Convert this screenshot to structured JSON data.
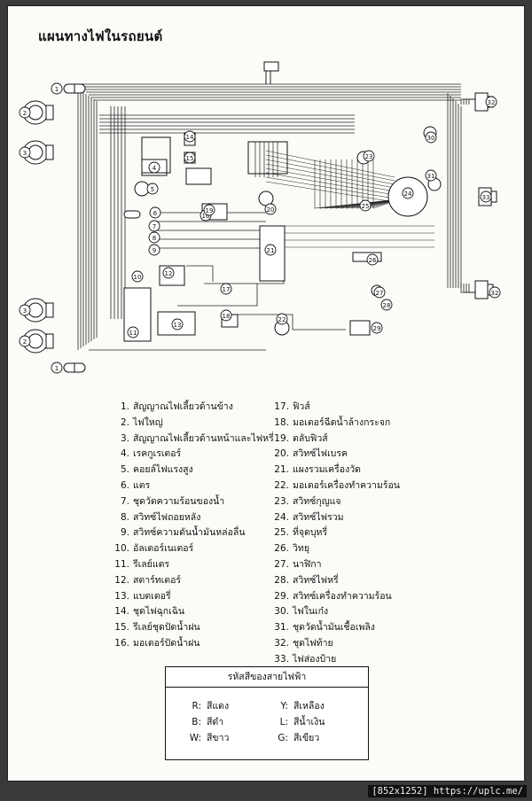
{
  "title": "แผนทางไฟในรถยนต์",
  "legend_left": [
    {
      "num": "1.",
      "text": "สัญญาณไฟเลี้ยวด้านข้าง"
    },
    {
      "num": "2.",
      "text": "ไฟใหญ่"
    },
    {
      "num": "3.",
      "text": "สัญญาณไฟเลี้ยวด้านหน้าและไฟหรี่"
    },
    {
      "num": "4.",
      "text": "เรคกูเรเตอร์"
    },
    {
      "num": "5.",
      "text": "คอยล์ไฟแรงสูง"
    },
    {
      "num": "6.",
      "text": "แตร"
    },
    {
      "num": "7.",
      "text": "ชุดวัดความร้อนของน้ำ"
    },
    {
      "num": "8.",
      "text": "สวิทซ์ไฟถอยหลัง"
    },
    {
      "num": "9.",
      "text": "สวิทซ์ความดันน้ำมันหล่อลื่น"
    },
    {
      "num": "10.",
      "text": "อัลเตอร์เนเตอร์"
    },
    {
      "num": "11.",
      "text": "รีเลย์แตร"
    },
    {
      "num": "12.",
      "text": "สตาร์ทเตอร์"
    },
    {
      "num": "13.",
      "text": "แบตเตอรี่"
    },
    {
      "num": "14.",
      "text": "ชุดไฟฉุกเฉิน"
    },
    {
      "num": "15.",
      "text": "รีเลย์ชุดปัดน้ำฝน"
    },
    {
      "num": "16.",
      "text": "มอเตอร์ปัดน้ำฝน"
    }
  ],
  "legend_right": [
    {
      "num": "17.",
      "text": "ฟิวส์"
    },
    {
      "num": "18.",
      "text": "มอเตอร์ฉีดน้ำล้างกระจก"
    },
    {
      "num": "19.",
      "text": "ตลับฟิวส์"
    },
    {
      "num": "20.",
      "text": "สวิทซ์ไฟเบรค"
    },
    {
      "num": "21.",
      "text": "แผงรวมเครื่องวัด"
    },
    {
      "num": "22.",
      "text": "มอเตอร์เครื่องทำความร้อน"
    },
    {
      "num": "23.",
      "text": "สวิทซ์กุญแจ"
    },
    {
      "num": "24.",
      "text": "สวิทซ์ไฟรวม"
    },
    {
      "num": "25.",
      "text": "ที่จุดบุหรี่"
    },
    {
      "num": "26.",
      "text": "วิทยุ"
    },
    {
      "num": "27.",
      "text": "นาฬิกา"
    },
    {
      "num": "28.",
      "text": "สวิทซ์ไฟหรี่"
    },
    {
      "num": "29.",
      "text": "สวิทซ์เครื่องทำความร้อน"
    },
    {
      "num": "30.",
      "text": "ไฟในเก๋ง"
    },
    {
      "num": "31.",
      "text": "ชุดวัดน้ำมันเชื้อเพลิง"
    },
    {
      "num": "32.",
      "text": "ชุดไฟท้าย"
    },
    {
      "num": "33.",
      "text": "ไฟส่องป้าย"
    }
  ],
  "color_code": {
    "header": "รหัสสีของสายไฟฟ้า",
    "left": [
      {
        "code": "R:",
        "name": "สีแดง"
      },
      {
        "code": "B:",
        "name": "สีดำ"
      },
      {
        "code": "W:",
        "name": "สีขาว"
      }
    ],
    "right": [
      {
        "code": "Y:",
        "name": "สีเหลือง"
      },
      {
        "code": "L:",
        "name": "สีน้ำเงิน"
      },
      {
        "code": "G:",
        "name": "สีเขียว"
      }
    ]
  },
  "component_labels": [
    "1",
    "2",
    "3",
    "4",
    "5",
    "6",
    "7",
    "8",
    "9",
    "10",
    "11",
    "12",
    "13",
    "14",
    "15",
    "16",
    "17",
    "18",
    "19",
    "20",
    "21",
    "22",
    "23",
    "24",
    "25",
    "26",
    "27",
    "28",
    "29",
    "30",
    "31",
    "32",
    "33"
  ],
  "watermark": "[852x1252] https://uplc.me/"
}
